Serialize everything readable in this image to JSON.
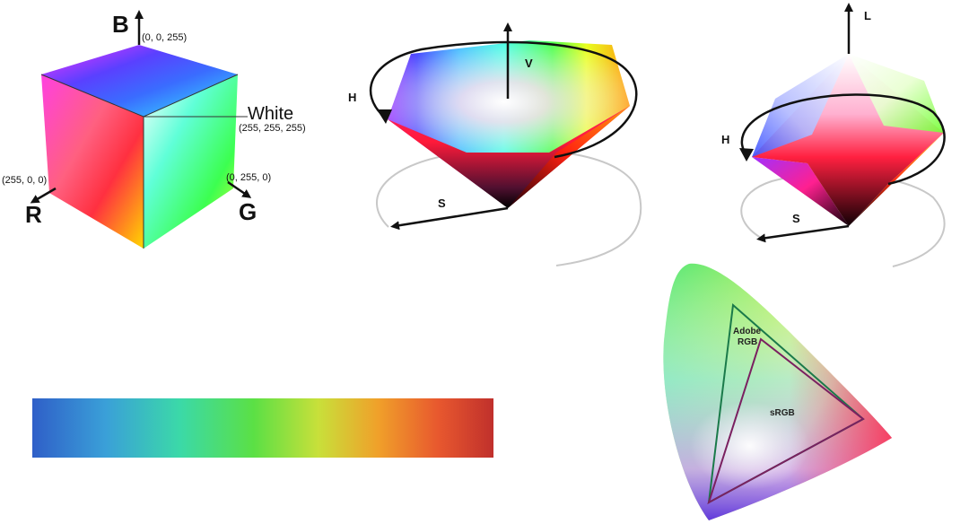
{
  "rgb_cube": {
    "axis_b": "B",
    "axis_r": "R",
    "axis_g": "G",
    "coord_blue": "(0, 0, 255)",
    "coord_red": "(255, 0, 0)",
    "coord_green": "(0, 255, 0)",
    "white_label": "White",
    "coord_white": "(255, 255, 255)"
  },
  "hsv_cone": {
    "axis_v": "V",
    "axis_h": "H",
    "axis_s": "S"
  },
  "hsl_bicone": {
    "axis_l": "L",
    "axis_h": "H",
    "axis_s": "S"
  },
  "gamut_chart": {
    "adobe_label_line1": "Adobe",
    "adobe_label_line2": "RGB",
    "srgb_label": "sRGB"
  },
  "colors": {
    "spectrum_stops": [
      "#2f5fc8",
      "#3aa0d8",
      "#3bd9a8",
      "#5be045",
      "#c8e03a",
      "#f0a02a",
      "#e8582e",
      "#c8322c"
    ]
  }
}
